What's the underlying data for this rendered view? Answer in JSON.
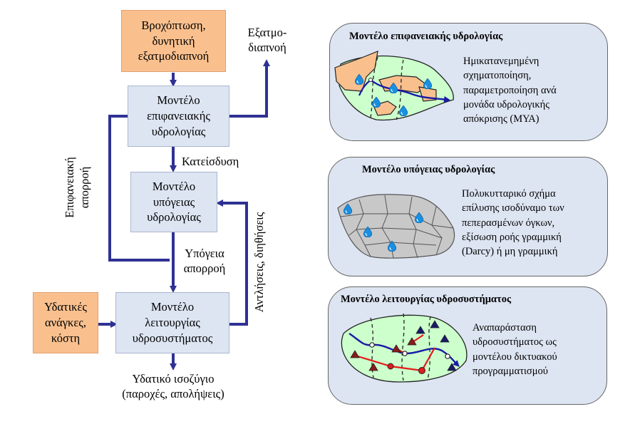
{
  "flowchart": {
    "rainfall_box": "Βροχόπτωση,\nδυνητική\nεξατμοδιαπνοή",
    "surface_model_box": "Μοντέλο\nεπιφανειακής\nυδρολογίας",
    "subsurface_model_box": "Μοντέλο\nυπόγειας\nυδρολογίας",
    "operation_model_box": "Μοντέλο\nλειτουργίας\nυδροσυστήματος",
    "water_demand_box": "Υδατικές\nανάγκες,\nκόστη",
    "evapotranspiration_label": "Εξατμο-\nδιαπνοή",
    "infiltration_label": "Κατείσδυση",
    "groundwater_runoff_label": "Υπόγεια\nαπορροή",
    "surface_runoff_label": "Επιφανειακή\nαπορροή",
    "pumping_label": "Αντλήσεις, διηθήσεις",
    "water_balance_label": "Υδατικό ισοζύγιο\n(παροχές, απολήψεις)"
  },
  "panels": {
    "surface": {
      "title": "Μοντέλο επιφανειακής υδρολογίας",
      "text": "Ημικατανεμημένη\nσχηματοποίηση,\nπαραμετροποίηση ανά\nμονάδα υδρολογικής\nαπόκρισης (ΜΥΑ)"
    },
    "subsurface": {
      "title": "Μοντέλο υπόγειας υδρολογίας",
      "text": "Πολυκυτταρικό σχήμα\nεπίλυσης ισοδύναμο των\nπεπερασμένων όγκων,\nεξίσωση ροής γραμμική\n(Darcy) ή μη γραμμική"
    },
    "operation": {
      "title": "Μοντέλο λειτουργίας υδροσυστήματος",
      "text": "Αναπαράσταση\nυδροσυστήματος ως\nμοντέλου δικτυακού\nπρογραμματισμού"
    }
  },
  "colors": {
    "orange_box": "#f9c08e",
    "blue_box": "#dde5f2",
    "arrow": "#2e3192",
    "basin_green": "#ccffcc",
    "hru_orange": "#f9c08e",
    "cell_gray": "#c8c8c8",
    "network_red": "#e41a1c",
    "drop_blue": "#1a8fe0"
  }
}
